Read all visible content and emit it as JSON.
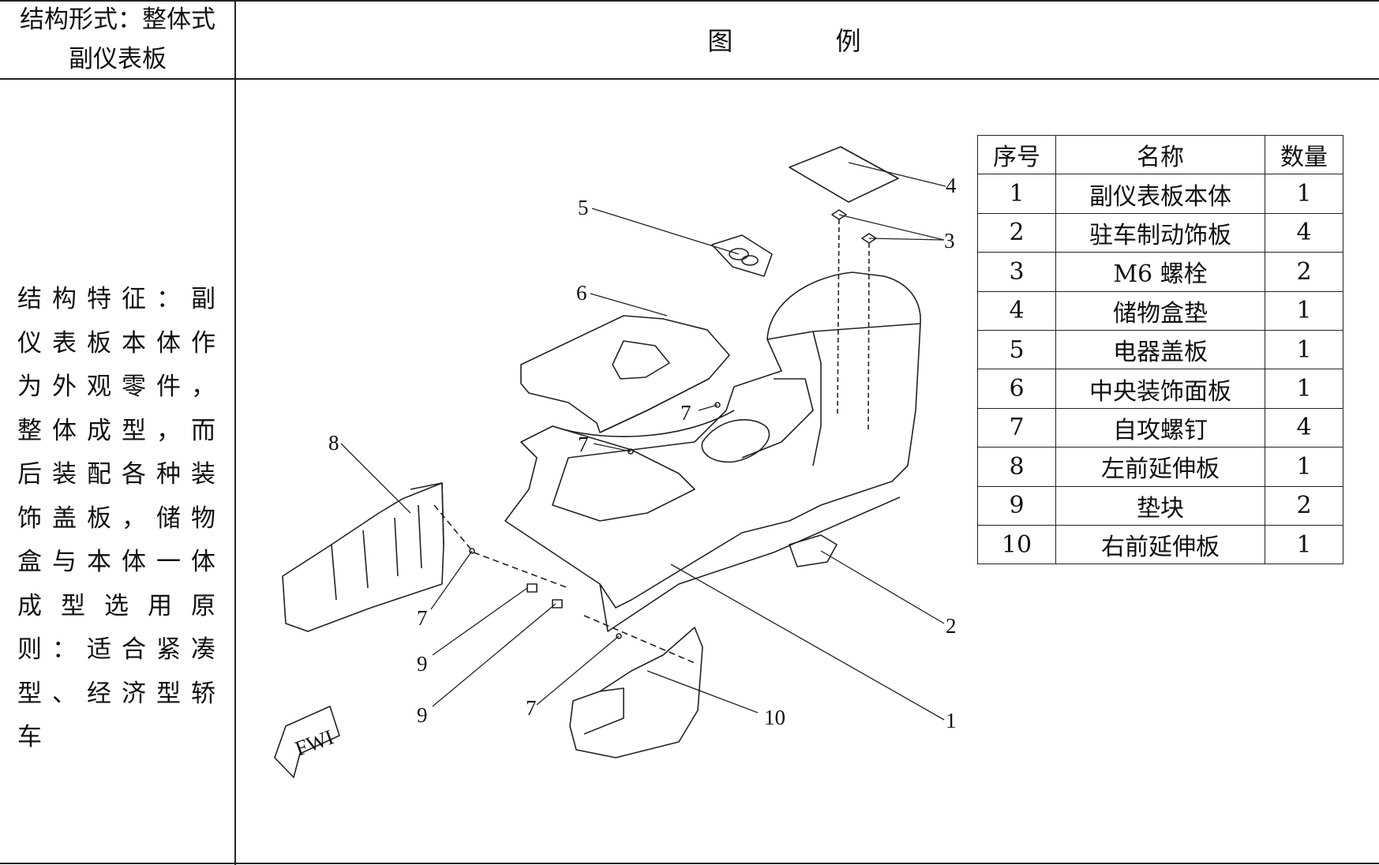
{
  "header": {
    "structure_type": "结构形式：整体式",
    "part_name": "副仪表板",
    "legend_title": "图 例"
  },
  "description": "结构特征：副仪表板本体作为外观零件，整体成型，而后装配各种装饰盖板，储物盒与本体一体成型选用原则：适合紧凑型、经济型轿车",
  "parts_table": {
    "headers": [
      "序号",
      "名称",
      "数量"
    ],
    "rows": [
      [
        "1",
        "副仪表板本体",
        "1"
      ],
      [
        "2",
        "驻车制动饰板",
        "4"
      ],
      [
        "3",
        "M6 螺栓",
        "2"
      ],
      [
        "4",
        "储物盒垫",
        "1"
      ],
      [
        "5",
        "电器盖板",
        "1"
      ],
      [
        "6",
        "中央装饰面板",
        "1"
      ],
      [
        "7",
        "自攻螺钉",
        "4"
      ],
      [
        "8",
        "左前延伸板",
        "1"
      ],
      [
        "9",
        "垫块",
        "2"
      ],
      [
        "10",
        "右前延伸板",
        "1"
      ]
    ]
  },
  "callouts": [
    "4",
    "5",
    "3",
    "6",
    "7",
    "7",
    "8",
    "7",
    "9",
    "9",
    "7",
    "10",
    "2",
    "1"
  ],
  "direction_mark": "FWI"
}
